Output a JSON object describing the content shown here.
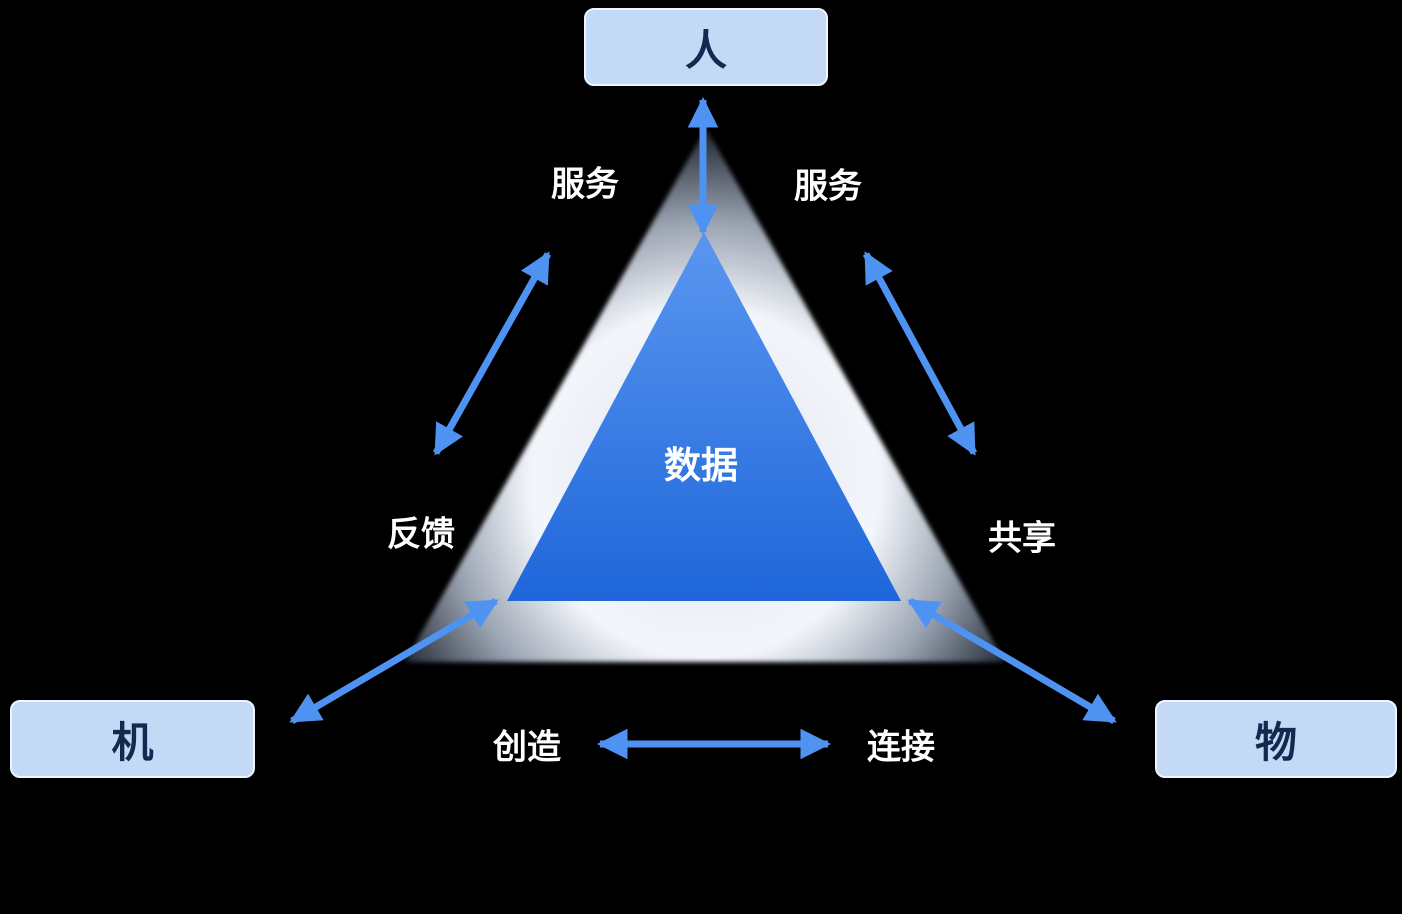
{
  "diagram": {
    "nodes": {
      "person": {
        "label": "人"
      },
      "machine": {
        "label": "机"
      },
      "thing": {
        "label": "物"
      }
    },
    "center_label": "数据",
    "edge_labels": {
      "left_upper": "服务",
      "right_upper": "服务",
      "left_lower": "反馈",
      "right_lower": "共享",
      "bottom_left": "创造",
      "bottom_right": "连接"
    },
    "colors": {
      "background": "#000000",
      "arrow": "#4f93f2",
      "node_fill": "#c3d9f5",
      "node_text": "#13294f",
      "label_text": "#ffffff",
      "triangle_inner_top": "#5b97f0",
      "triangle_inner_bottom": "#1e66da",
      "triangle_ring_light": "#f3f6fb",
      "triangle_ring_dark": "#14181f"
    }
  }
}
